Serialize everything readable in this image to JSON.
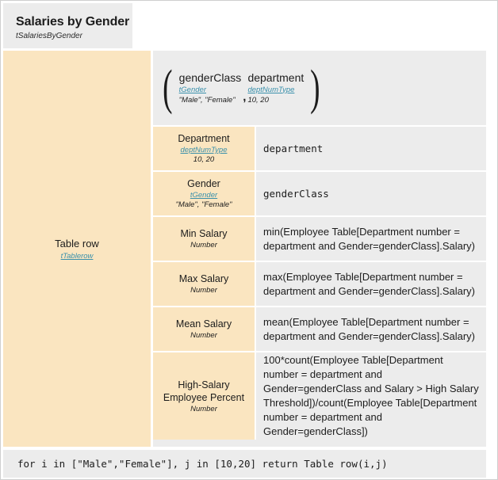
{
  "header": {
    "title": "Salaries by Gender",
    "type_name": "tSalariesByGender"
  },
  "left_column": {
    "label": "Table row",
    "type_name": "tTablerow"
  },
  "signature": {
    "open_paren": "(",
    "close_paren": ")",
    "separator": ",",
    "parameters": [
      {
        "name": "genderClass",
        "type": "tGender",
        "values": "\"Male\", \"Female\""
      },
      {
        "name": "department",
        "type": "deptNumType",
        "values": "10, 20"
      }
    ]
  },
  "fields": [
    {
      "name": "Department",
      "type": "deptNumType",
      "type_is_link": true,
      "values": "10, 20",
      "expression": "department",
      "mono": true
    },
    {
      "name": "Gender",
      "type": "tGender",
      "type_is_link": true,
      "values": "\"Male\", \"Female\"",
      "expression": "genderClass",
      "mono": true
    },
    {
      "name": "Min Salary",
      "type": "Number",
      "type_is_link": false,
      "values": "",
      "expression": "min(Employee Table[Department number = department and Gender=genderClass].Salary)",
      "mono": false
    },
    {
      "name": "Max Salary",
      "type": "Number",
      "type_is_link": false,
      "values": "",
      "expression": "max(Employee Table[Department number = department and Gender=genderClass].Salary)",
      "mono": false
    },
    {
      "name": "Mean Salary",
      "type": "Number",
      "type_is_link": false,
      "values": "",
      "expression": "mean(Employee Table[Department number = department and Gender=genderClass].Salary)",
      "mono": false
    },
    {
      "name": "High-Salary Employee Percent",
      "type": "Number",
      "type_is_link": false,
      "values": "",
      "expression": "100*count(Employee Table[Department number = department and Gender=genderClass and Salary > High Salary Threshold])/count(Employee Table[Department number = department and Gender=genderClass])",
      "mono": false
    }
  ],
  "code_bar": {
    "code": "for i in [\"Male\",\"Female\"], j in [10,20] return Table row(i,j)"
  },
  "colors": {
    "tan": "#fae5c0",
    "grey": "#ececec",
    "link": "#3a90ab",
    "text": "#1c1c1c",
    "white": "#ffffff"
  }
}
